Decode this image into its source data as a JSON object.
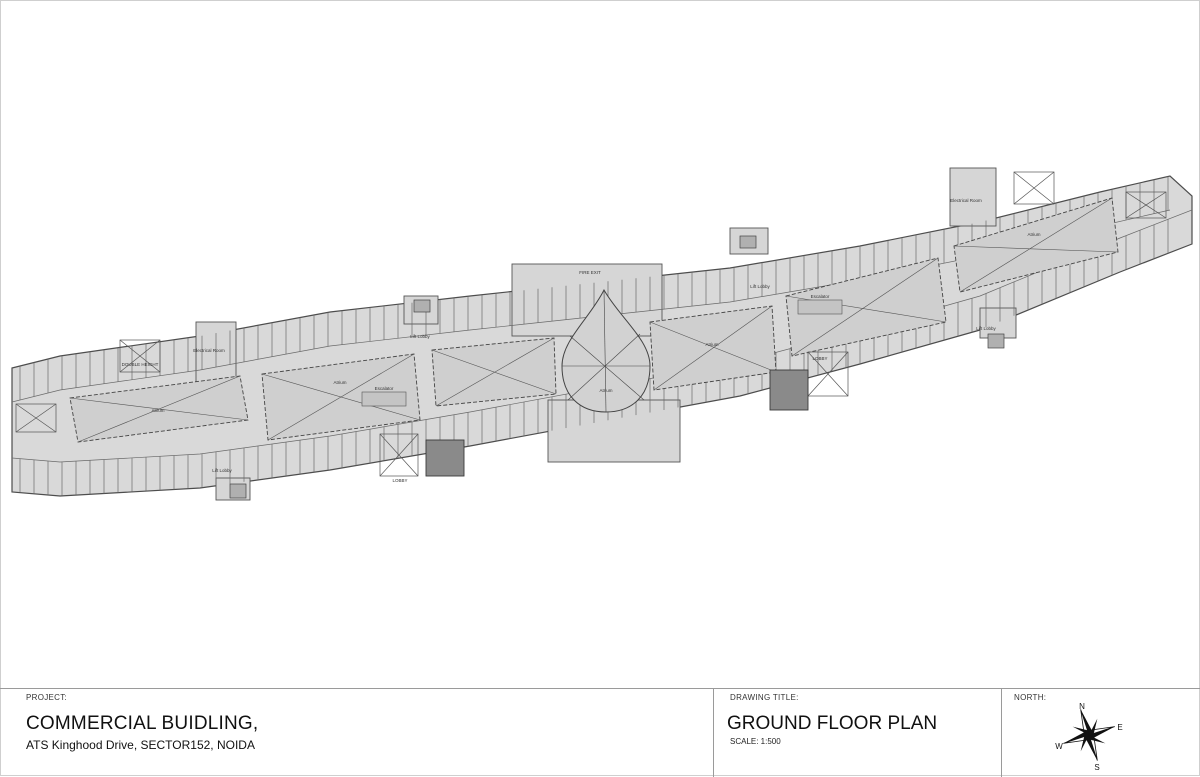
{
  "title_block": {
    "project_caption": "PROJECT:",
    "project_name": "COMMERCIAL BUIDLING,",
    "project_address": "ATS Kinghood Drive, SECTOR152, NOIDA",
    "drawing_caption": "DRAWING TITLE:",
    "drawing_title": "GROUND FLOOR PLAN",
    "scale": "SCALE: 1:500",
    "north_caption": "NORTH:"
  },
  "compass": {
    "n": "N",
    "e": "E",
    "s": "S",
    "w": "W"
  },
  "plan": {
    "colors": {
      "fill": "#d9d9d9",
      "line": "#555555",
      "dark": "#8a8a8a"
    },
    "labels": {
      "atrium": "Atrium",
      "escalator": "Escalator",
      "electrical_room": "Electrical Room",
      "lift_lobby": "Lift Lobby",
      "lobby": "LOBBY",
      "fire_exit": "FIRE EXIT",
      "double_height": "DOUBLE HEIGHT"
    }
  }
}
